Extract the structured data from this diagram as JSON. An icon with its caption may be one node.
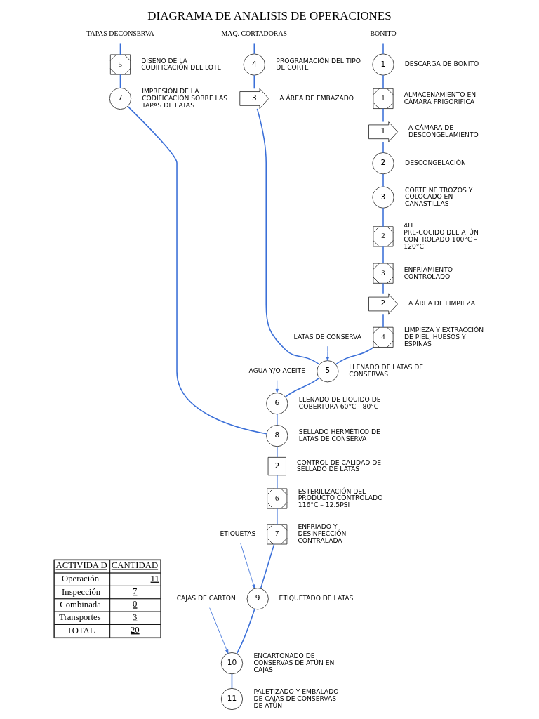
{
  "diagram": {
    "title": "DIAGRAMA DE ANALISIS DE OPERACIONES",
    "nodes": [
      {
        "text": [
          "TAPAS DECONSERVA"
        ]
      },
      {
        "text": [
          "MAQ. CORTADORAS"
        ]
      },
      {
        "text": [
          "BONITO"
        ]
      },
      {
        "text": [
          "1"
        ],
        "beside": [
          "DESCARGA DE BONITO"
        ]
      },
      {
        "text": [
          "1"
        ],
        "beside": [
          "ALMACENAMIENTO EN CÁMARA FRIGORIFICA"
        ]
      },
      {
        "text": [
          "1"
        ],
        "beside": [
          "A CÁMARA DE DESCONGELAMIENTO"
        ]
      },
      {
        "text": [
          "2"
        ],
        "beside": [
          "DESCONGELACIÒN"
        ]
      },
      {
        "text": [
          "3"
        ],
        "beside": [
          "CORTE NE TROZOS Y COLOCADO EN CANASTILLAS"
        ]
      },
      {
        "text": [
          "4"
        ],
        "beside": [
          "PROGRAMACIÓN DEL TIPO DE CORTE"
        ]
      },
      {
        "text": [
          "5"
        ],
        "beside": [
          "DISEÑO DE LA CODIFICACIÓN DEL LOTE"
        ]
      },
      {
        "text": [
          "3"
        ],
        "beside": [
          "A ÁREA DE EMBAZADO"
        ]
      },
      {
        "text": [
          "7"
        ],
        "beside": [
          "IMPRESIÓN DE LA CODIFICACIÓN SOBRE LAS TAPAS DE LATAS"
        ]
      },
      {
        "text": [
          "2"
        ],
        "beside": [
          "4H",
          "PRE-COCIDO DEL ATÚN CONTROLADO 100°C – 120°C"
        ]
      },
      {
        "text": [
          "3"
        ],
        "beside": [
          "ENFRIAMIENTO CONTROLADO"
        ]
      },
      {
        "text": [
          "2"
        ],
        "beside": [
          "A ÁREA DE LIMPIEZA"
        ]
      },
      {
        "text": [
          "4"
        ],
        "beside": [
          "LIMPIEZA Y EXTRACCIÓN DE PIEL, HUESOS Y ESPINAS"
        ]
      },
      {
        "text": [
          "LATAS DE CONSERVA"
        ]
      },
      {
        "text": [
          "5"
        ],
        "beside": [
          "LLENADO DE LATAS DE CONSERVAS"
        ]
      },
      {
        "text": [
          "AGUA Y/O ACEITE"
        ]
      },
      {
        "text": [
          "6"
        ],
        "beside": [
          "LLENADO DE LIQUIDO DE COBERTURA 60°C - 80°C"
        ]
      },
      {
        "text": [
          "8"
        ],
        "beside": [
          "SELLADO HERMÉTICO DE LATAS DE CONSERVA"
        ]
      },
      {
        "text": [
          "2"
        ],
        "beside": [
          "CONTROL DE CALIDAD DE SELLADO DE LATAS"
        ]
      },
      {
        "text": [
          "6"
        ],
        "beside": [
          "ESTERILIZACIÓN DEL PRODUCTO CONTROLADO 116°C – 12.5PSI"
        ]
      },
      {
        "text": [
          "7"
        ],
        "beside": [
          "ENFRIADO Y DESINFECCIÓN CONTRALADA"
        ]
      },
      {
        "text": [
          "ETIQUETAS"
        ]
      },
      {
        "text": [
          "9"
        ],
        "beside": [
          "ETIQUETADO DE LATAS"
        ]
      },
      {
        "text": [
          "CAJAS DE CARTON"
        ]
      },
      {
        "text": [
          "10"
        ],
        "beside": [
          "ENCARTONADO DE CONSERVAS DE ATÚN EN CAJAS"
        ]
      },
      {
        "text": [
          "11"
        ],
        "beside": [
          "PALETIZADO Y EMBALADO DE CAJAS DE CONSERVAS DE ATÚN"
        ]
      }
    ],
    "edges": [
      {
        "from": 0,
        "to": 9,
        "arrow": "none"
      },
      {
        "from": 9,
        "to": 11,
        "arrow": "none"
      },
      {
        "from": 11,
        "to": 20,
        "arrow": "none"
      },
      {
        "from": 1,
        "to": 8,
        "arrow": "none"
      },
      {
        "from": 8,
        "to": 10,
        "arrow": "none"
      },
      {
        "from": 10,
        "to": 17,
        "arrow": "none"
      },
      {
        "from": 2,
        "to": 3,
        "arrow": "none"
      },
      {
        "from": 3,
        "to": 4,
        "arrow": "none"
      },
      {
        "from": 4,
        "to": 5,
        "arrow": "none"
      },
      {
        "from": 5,
        "to": 6,
        "arrow": "none"
      },
      {
        "from": 6,
        "to": 7,
        "arrow": "none"
      },
      {
        "from": 7,
        "to": 12,
        "arrow": "none"
      },
      {
        "from": 12,
        "to": 13,
        "arrow": "none"
      },
      {
        "from": 13,
        "to": 14,
        "arrow": "none"
      },
      {
        "from": 14,
        "to": 15,
        "arrow": "none"
      },
      {
        "from": 15,
        "to": 17,
        "arrow": "none"
      },
      {
        "from": 16,
        "to": 17,
        "arrow": "to"
      },
      {
        "from": 17,
        "to": 19,
        "arrow": "none"
      },
      {
        "from": 18,
        "to": 19,
        "arrow": "to"
      },
      {
        "from": 19,
        "to": 20,
        "arrow": "none"
      },
      {
        "from": 20,
        "to": 21,
        "arrow": "none"
      },
      {
        "from": 21,
        "to": 22,
        "arrow": "none"
      },
      {
        "from": 22,
        "to": 23,
        "arrow": "none"
      },
      {
        "from": 23,
        "to": 25,
        "arrow": "none"
      },
      {
        "from": 24,
        "to": 25,
        "arrow": "to"
      },
      {
        "from": 25,
        "to": 27,
        "arrow": "none"
      },
      {
        "from": 26,
        "to": 27,
        "arrow": "to"
      },
      {
        "from": 27,
        "to": 28,
        "arrow": "none"
      }
    ],
    "labels": [
      "ACTIVIDA D",
      "CANTIDAD",
      "Operación",
      "11",
      "Inspección",
      "7",
      "Combinada",
      "0",
      "Transportes",
      "3",
      "TOTAL",
      "20"
    ]
  }
}
